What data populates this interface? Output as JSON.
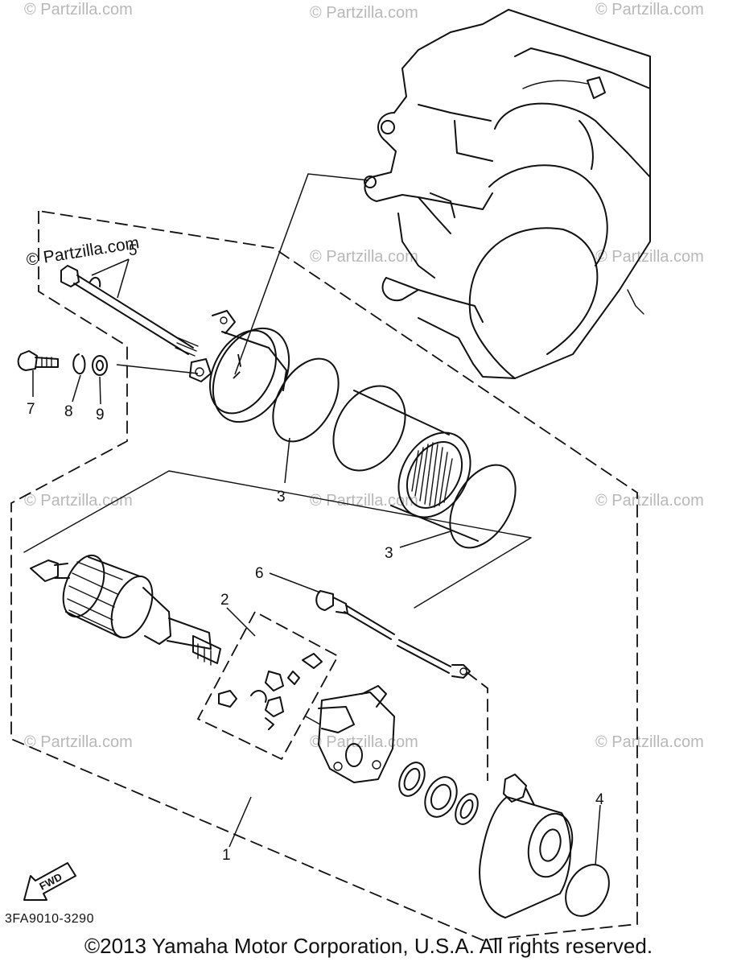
{
  "watermark": "© Partzilla.com",
  "callouts": {
    "c1": "1",
    "c2": "2",
    "c3a": "3",
    "c3b": "3",
    "c4": "4",
    "c5": "5",
    "c6": "6",
    "c7": "7",
    "c8": "8",
    "c9": "9"
  },
  "fwd_label": "FWD",
  "diagram_code": "3FA9010-3290",
  "copyright": "©2013  Yamaha Motor Corporation, U.S.A. All rights reserved."
}
